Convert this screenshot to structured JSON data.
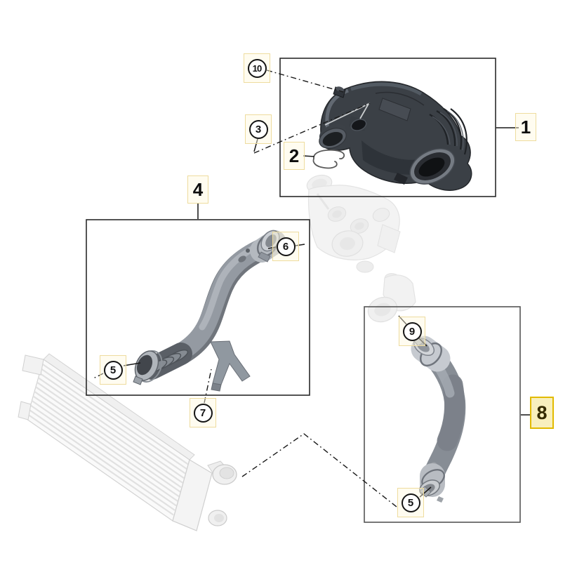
{
  "diagram": {
    "type": "exploded-parts-diagram",
    "subject": "charge-air-intake-ducting",
    "callouts": [
      {
        "number": "10",
        "style": "circled"
      },
      {
        "number": "3",
        "style": "circled"
      },
      {
        "number": "2",
        "style": "plain"
      },
      {
        "number": "1",
        "style": "plain"
      },
      {
        "number": "4",
        "style": "plain"
      },
      {
        "number": "6",
        "style": "circled"
      },
      {
        "number": "5",
        "style": "circled"
      },
      {
        "number": "7",
        "style": "circled"
      },
      {
        "number": "9",
        "style": "circled"
      },
      {
        "number": "5",
        "style": "circled"
      },
      {
        "number": "8",
        "style": "highlighted"
      }
    ],
    "part_boxes": [
      {
        "callout": "1",
        "contains": "air-intake-duct"
      },
      {
        "callout": "4",
        "contains": "charge-air-pipe"
      },
      {
        "callout": "8",
        "contains": "charge-air-hose",
        "highlighted": true
      }
    ],
    "ghost_parts": [
      "intercooler",
      "turbocharger",
      "throttle-body"
    ],
    "colors": {
      "highlight_fill": "#f8efbd",
      "highlight_border": "#e2ba00",
      "callout_box_fill": "#fff9de",
      "callout_box_border": "#eedc9e",
      "line_color": "#1a1a1a",
      "box_border": "#2a2a2a",
      "part_dark": "#3b4046",
      "part_gray": "#8f959d",
      "ghost_gray": "#e3e3e3"
    }
  }
}
